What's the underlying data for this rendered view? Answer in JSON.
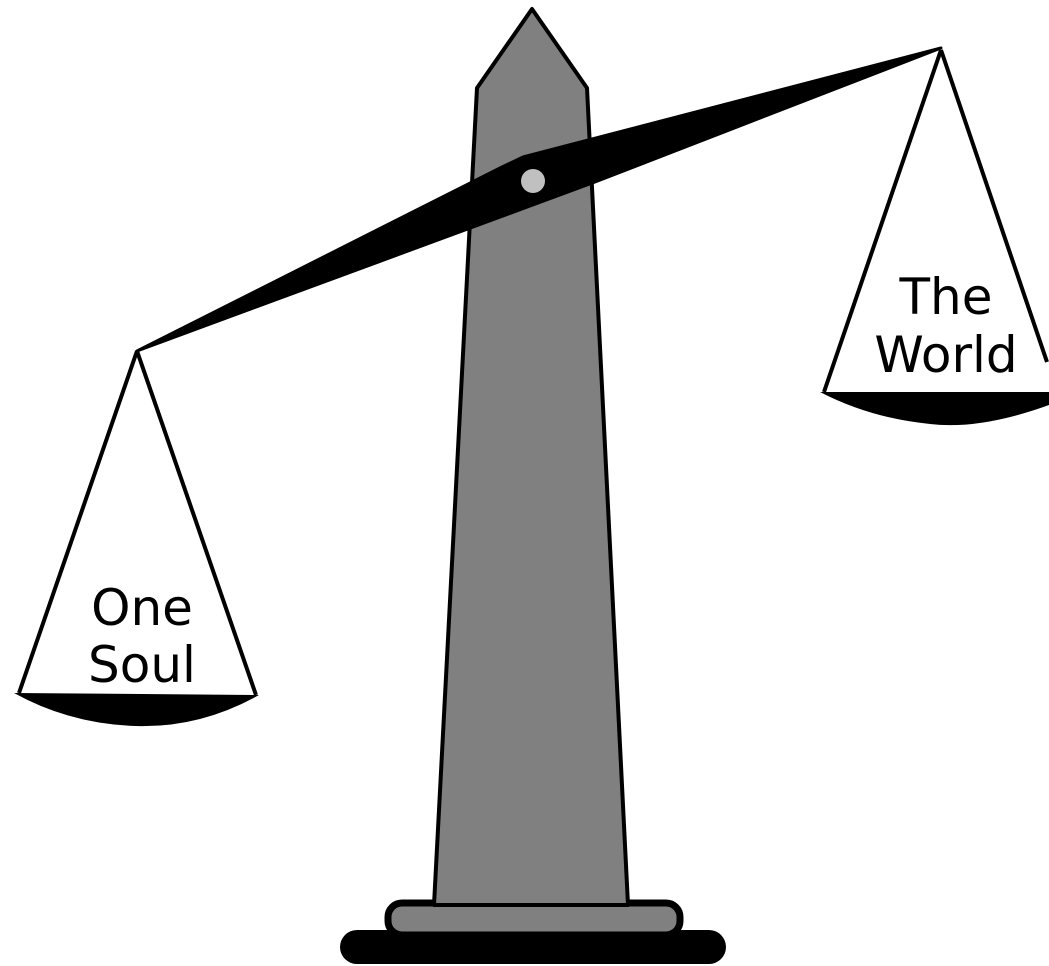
{
  "scale": {
    "left_pan": {
      "line1": "One",
      "line2": "Soul"
    },
    "right_pan": {
      "line1": "The",
      "line2": "World"
    },
    "colors": {
      "pillar": "#808080",
      "pivot": "#c0c0c0",
      "beam": "#000000",
      "background": "#ffffff"
    }
  }
}
